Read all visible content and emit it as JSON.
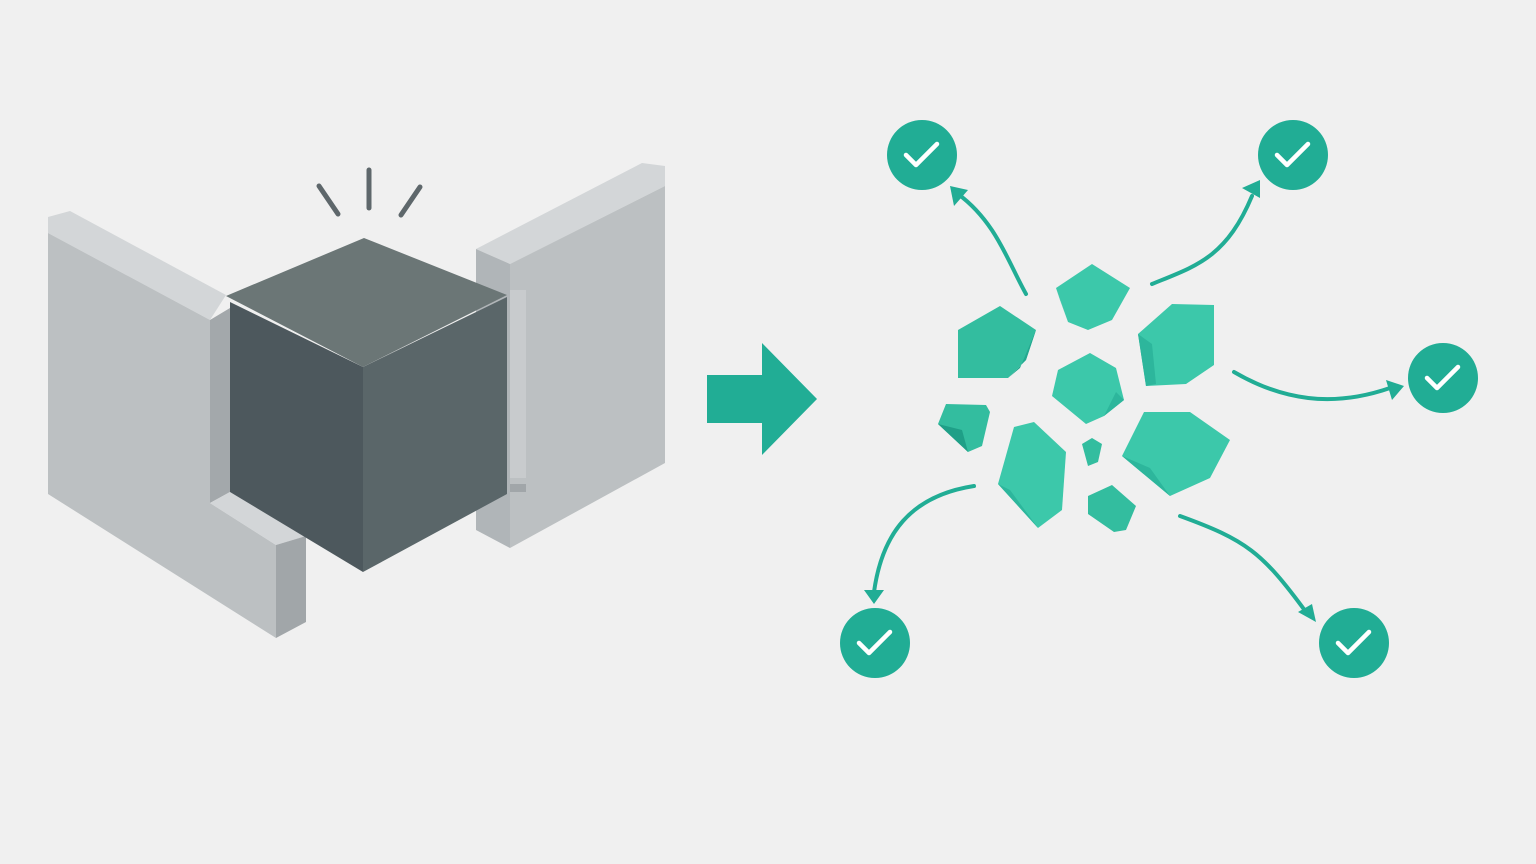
{
  "colors": {
    "background": "#f0f0f0",
    "accent": "#21ad95",
    "accent_light": "#3cc8aa",
    "accent_dark": "#1a9982",
    "block_dark": "#4d585d",
    "block_top": "#6b7676",
    "wall_face": "#bcc0c2",
    "wall_top": "#d3d6d8",
    "wall_side": "#a1a6a9",
    "check_mark": "#ffffff"
  },
  "left_panel": {
    "concept": "monolith-stuck-between-walls",
    "icons": [
      "wall-icon",
      "cube-icon",
      "impact-lines-icon"
    ]
  },
  "transition": {
    "icon": "arrow-right-icon"
  },
  "right_panel": {
    "concept": "fragments-distributed",
    "fragment_count": 9,
    "destination_count": 5,
    "icons": [
      "fragment-icon",
      "curved-arrow-icon",
      "check-circle-icon"
    ]
  }
}
